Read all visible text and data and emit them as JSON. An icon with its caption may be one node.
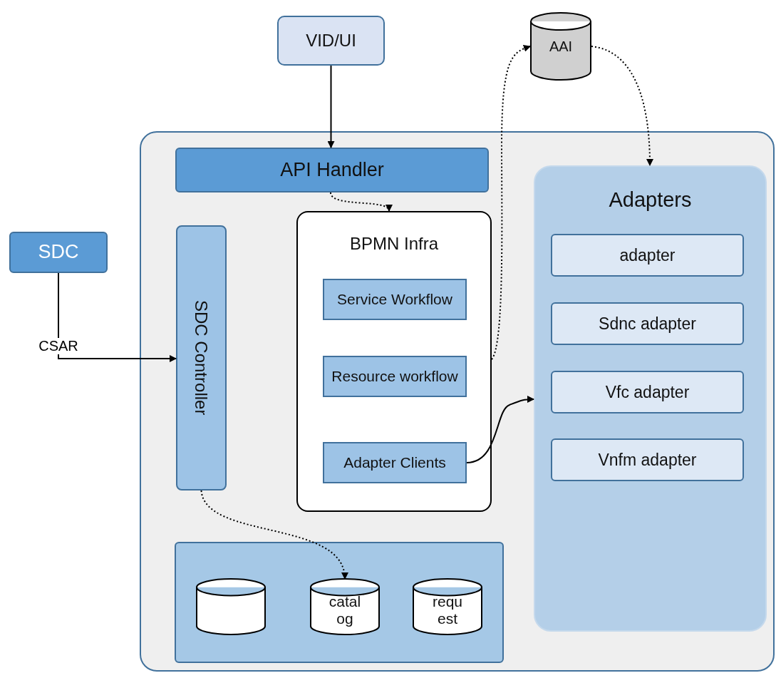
{
  "diagram": {
    "nodes": [
      {
        "text": [
          "VID/UI"
        ]
      },
      {
        "text": [
          "AAI"
        ]
      },
      {
        "text": [],
        "shape": "box"
      },
      {
        "text": [
          "API Handler"
        ],
        "in": 2
      },
      {
        "text": [
          "SDC Controller"
        ],
        "in": 2
      },
      {
        "text": [
          "BPMN Infra"
        ],
        "in": 2
      },
      {
        "text": [
          "Service Workflow"
        ],
        "in": 5
      },
      {
        "text": [
          "Resource workflow"
        ],
        "in": 5
      },
      {
        "text": [
          "Adapter Clients"
        ],
        "in": 5
      },
      {
        "text": [
          "Adapters"
        ],
        "in": 2
      },
      {
        "text": [
          "adapter"
        ],
        "in": 9
      },
      {
        "text": [
          "Sdnc adapter"
        ],
        "in": 9
      },
      {
        "text": [
          "Vfc adapter"
        ],
        "in": 9
      },
      {
        "text": [
          "Vnfm adapter"
        ],
        "in": 9
      },
      {
        "text": [],
        "shape": "box",
        "in": 2
      },
      {
        "text": [],
        "shape": "cylinder",
        "in": 14
      },
      {
        "text": [
          "catalog"
        ],
        "in": 14
      },
      {
        "text": [
          "request"
        ],
        "in": 14
      },
      {
        "text": [
          "SDC"
        ]
      }
    ],
    "edges": [
      {
        "from": 0,
        "to": 3,
        "arrow": "to"
      },
      {
        "from": 3,
        "to": 5,
        "arrow": "to",
        "style": "dashed"
      },
      {
        "from": 5,
        "to": 1,
        "arrow": "to",
        "style": "dashed"
      },
      {
        "from": 1,
        "to": 9,
        "arrow": "to",
        "style": "dashed"
      },
      {
        "from": 8,
        "to": 9,
        "arrow": "to"
      },
      {
        "from": 18,
        "to": 4,
        "arrow": "to",
        "label": "CSAR"
      },
      {
        "from": 4,
        "to": 16,
        "arrow": "to",
        "style": "dashed"
      }
    ]
  }
}
